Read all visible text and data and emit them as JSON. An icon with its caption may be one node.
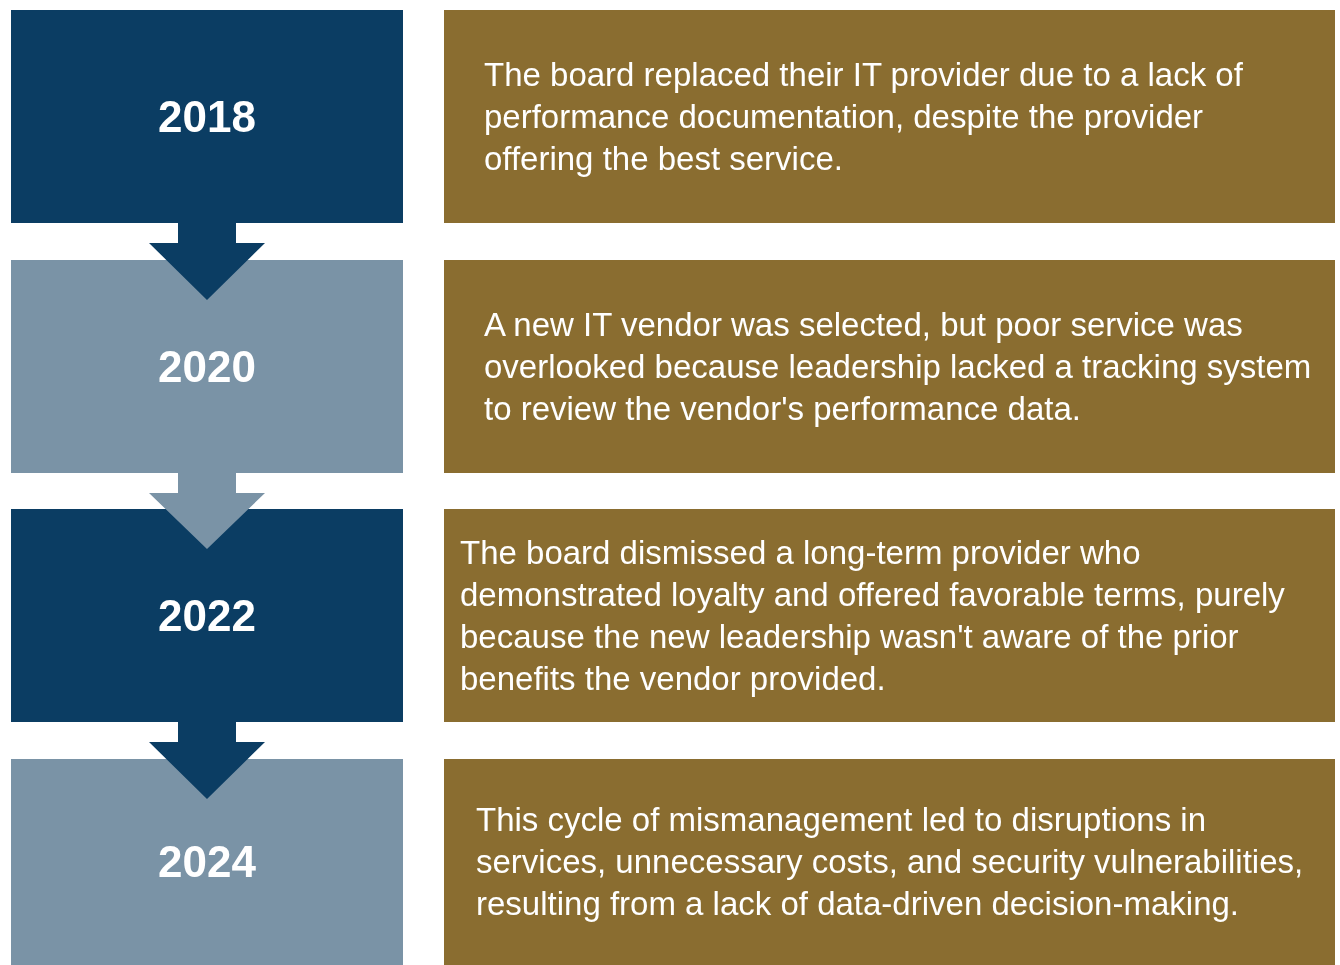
{
  "diagram": {
    "nodes": [
      {
        "text": [
          "2018"
        ]
      },
      {
        "text": [
          "The board replaced their IT provider due to a lack of performance documentation, despite the provider offering the best service."
        ]
      },
      {
        "text": [
          "2020"
        ]
      },
      {
        "text": [
          "A new IT vendor was selected, but poor service was overlooked because leadership lacked a tracking system to review the vendor's performance data."
        ]
      },
      {
        "text": [
          "2022"
        ]
      },
      {
        "text": [
          "The board dismissed a long-term provider who demonstrated loyalty and offered favorable terms, purely because the new leadership wasn't aware of the prior benefits the vendor provided."
        ]
      },
      {
        "text": [
          "2024"
        ]
      },
      {
        "text": [
          "This cycle of mismanagement led to disruptions in services, unnecessary costs, and security vulnerabilities, resulting from a lack of data-driven decision-making."
        ]
      }
    ],
    "edges": [
      {
        "from": 0,
        "to": 2,
        "arrow": "to"
      },
      {
        "from": 2,
        "to": 4,
        "arrow": "to",
        "color": "#7a93a6"
      },
      {
        "from": 4,
        "to": 6,
        "arrow": "to"
      }
    ]
  }
}
